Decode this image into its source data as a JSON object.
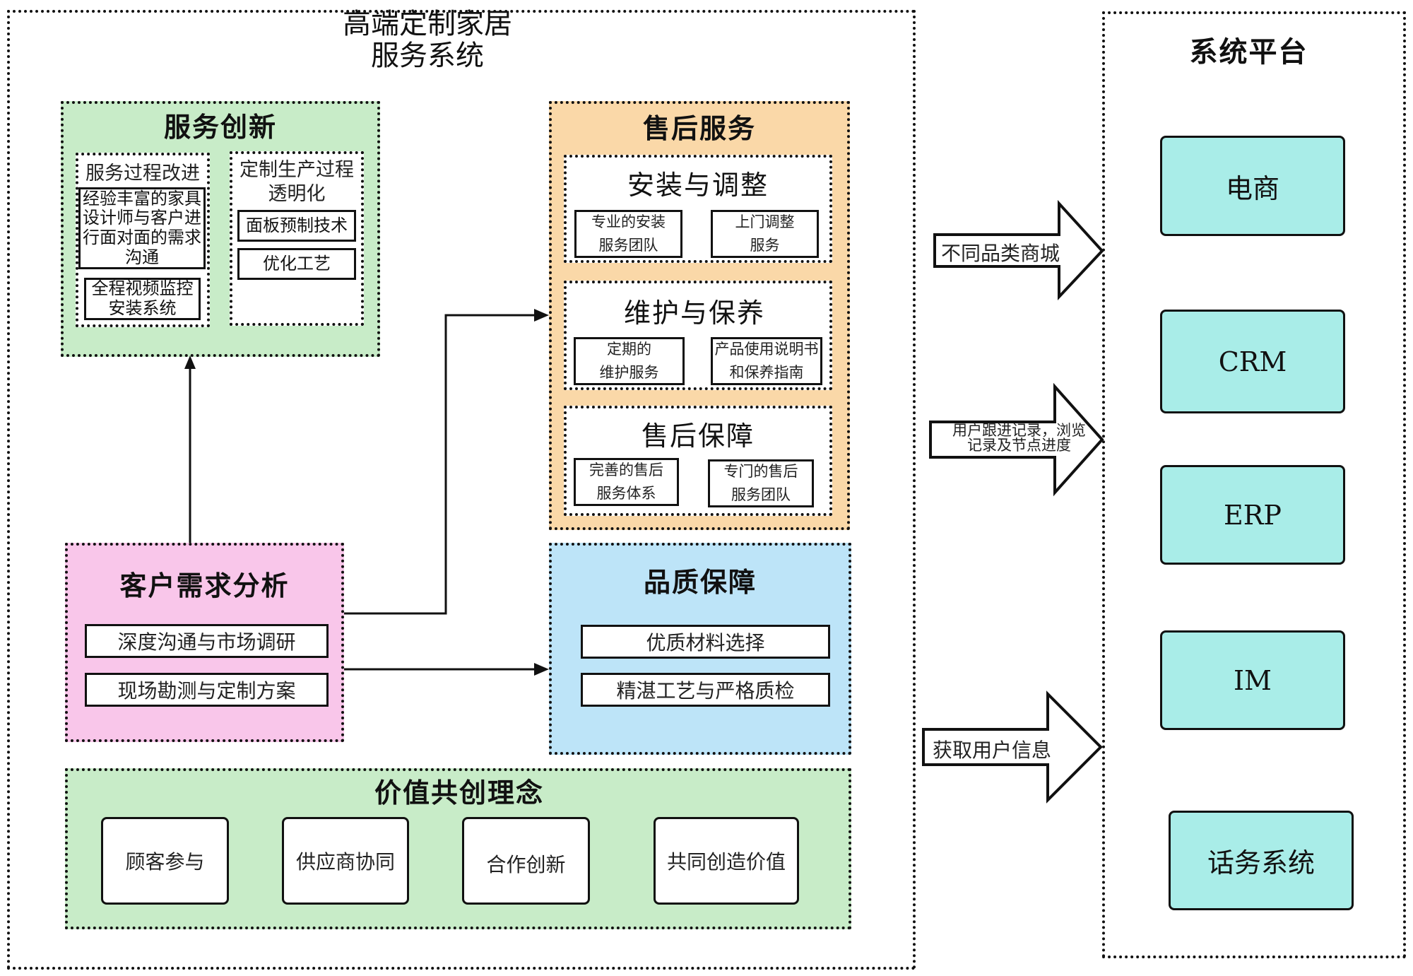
{
  "main_system": {
    "title_line1": "高端定制家居",
    "title_line2": "服务系统"
  },
  "service_innovation": {
    "title": "服务创新",
    "process_improvement": {
      "title": "服务过程改进",
      "items": [
        "经验丰富的家具设计师与客户进行面对面的需求沟通",
        "全程视频监控安装系统"
      ]
    },
    "production_transparency": {
      "title_line1": "定制生产过程",
      "title_line2": "透明化",
      "items": [
        "面板预制技术",
        "优化工艺"
      ]
    }
  },
  "after_sales": {
    "title": "售后服务",
    "groups": [
      {
        "title": "安装与调整",
        "items": [
          [
            "专业的安装",
            "服务团队"
          ],
          [
            "上门调整",
            "服务"
          ]
        ]
      },
      {
        "title": "维护与保养",
        "items": [
          [
            "定期的",
            "维护服务"
          ],
          [
            "产品使用说明书",
            "和保养指南"
          ]
        ]
      },
      {
        "title": "售后保障",
        "items": [
          [
            "完善的售后",
            "服务体系"
          ],
          [
            "专门的售后",
            "服务团队"
          ]
        ]
      }
    ]
  },
  "customer_analysis": {
    "title": "客户需求分析",
    "items": [
      "深度沟通与市场调研",
      "现场勘测与定制方案"
    ]
  },
  "quality": {
    "title": "品质保障",
    "items": [
      "优质材料选择",
      "精湛工艺与严格质检"
    ]
  },
  "value_cocreation": {
    "title": "价值共创理念",
    "items": [
      "顾客参与",
      "供应商协同",
      "合作创新",
      "共同创造价值"
    ]
  },
  "flows": [
    {
      "label_lines": [
        "不同品类商城"
      ]
    },
    {
      "label_lines": [
        "用户跟进记录，浏览",
        "记录及节点进度"
      ]
    },
    {
      "label_lines": [
        "获取用户信息"
      ]
    }
  ],
  "platform": {
    "title": "系统平台",
    "items": [
      "电商",
      "CRM",
      "ERP",
      "IM",
      "话务系统"
    ]
  },
  "colors": {
    "service_innovation": "#c8ecc8",
    "after_sales": "#fad8a8",
    "customer_analysis": "#f9c6ea",
    "quality": "#bde4f8",
    "value_cocreation": "#c8ecc8",
    "platform_item": "#a9ede8"
  }
}
